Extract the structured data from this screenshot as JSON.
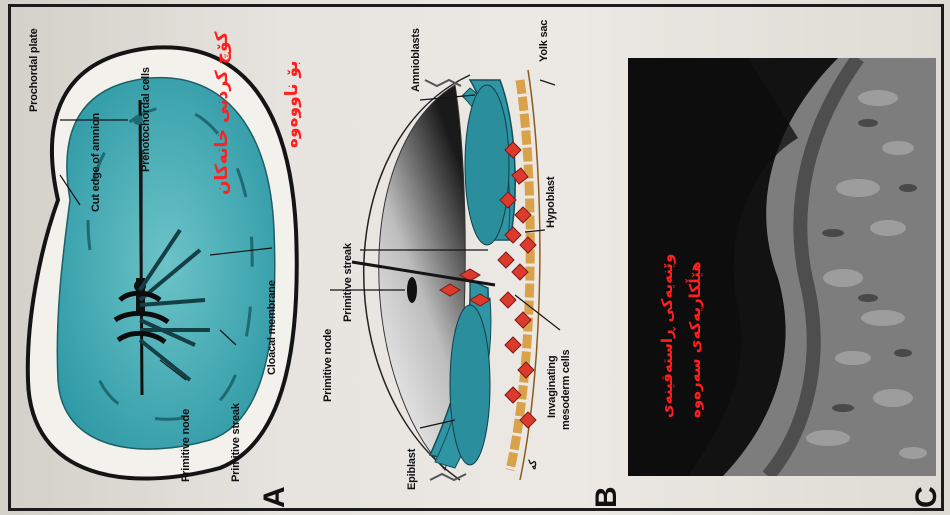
{
  "panels": {
    "a": "A",
    "b": "B",
    "c": "C"
  },
  "panel_a": {
    "prochordal_plate": "Prochordal plate",
    "cut_edge_of_amnion": "Cut edge of amnion",
    "prenotochordal_cells": "Prenotochordal cells",
    "cloacal_membrane": "Cloacal membrane",
    "primitive_node": "Primitive node",
    "primitive_streak": "Primitive streak",
    "kurdish_title_line1": "کۆچ کردنی خانەکان",
    "kurdish_title_line2": "بۆ ناووەوە"
  },
  "panel_b": {
    "amnioblasts": "Amnioblasts",
    "yolk_sac": "Yolk sac",
    "hypoblast": "Hypoblast",
    "primitive_streak": "Primitive streak",
    "primitive_node": "Primitive node",
    "invaginating_line1": "Invaginating",
    "invaginating_line2": "mesoderm cells",
    "epiblast": "Epiblast",
    "small_mark": "کە"
  },
  "panel_c": {
    "kurdish_line1": "وێنەیەکی ڕاستەقینەی",
    "kurdish_line2": "هێڵکاریەکەی سەرەوە"
  },
  "colors": {
    "teal": "#3e9fae",
    "cell_red": "#dc3a2c",
    "yolk": "#d9a24a",
    "kurdish_red": "#ff1f1f"
  }
}
